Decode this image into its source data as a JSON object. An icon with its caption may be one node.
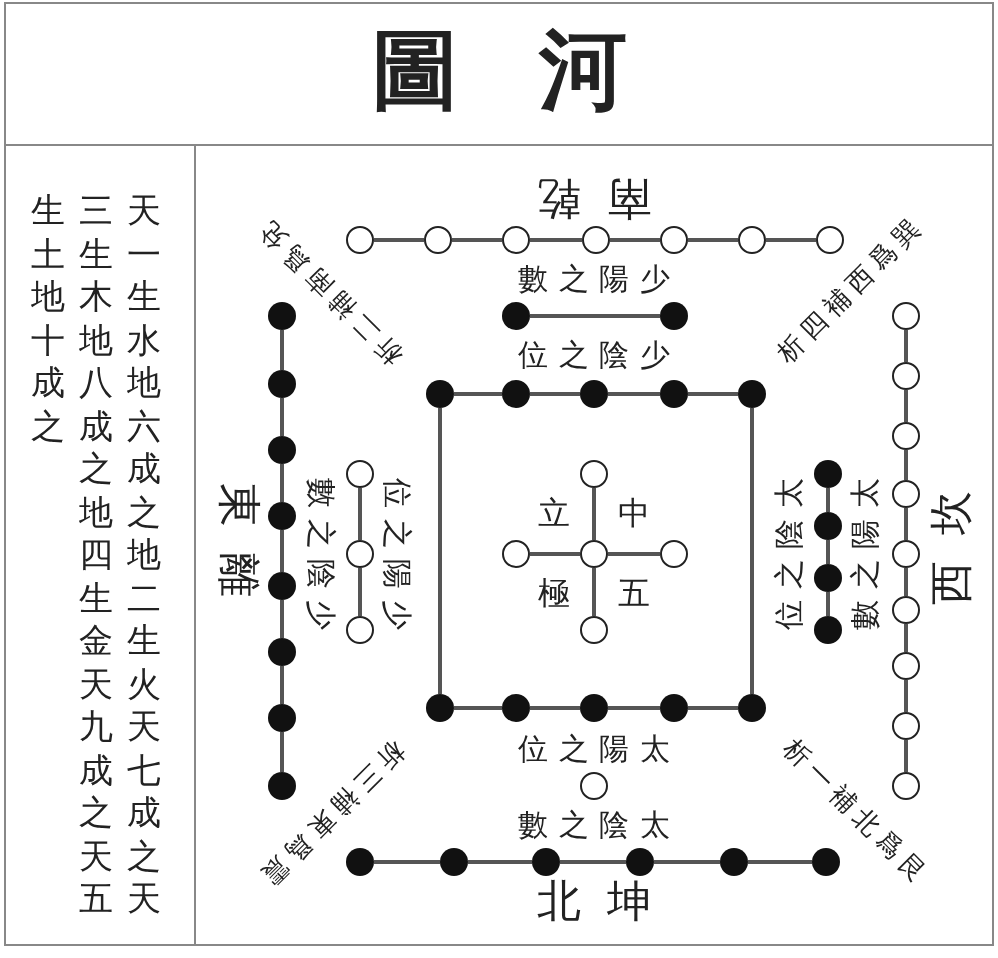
{
  "diagram": {
    "title": "圖河",
    "nodes": [
      {
        "text": [],
        "shape": "circle"
      },
      {
        "text": [],
        "shape": "circle"
      },
      {
        "text": [],
        "shape": "circle"
      },
      {
        "text": [],
        "shape": "circle"
      },
      {
        "text": [],
        "shape": "circle"
      },
      {
        "text": [],
        "shape": "circle"
      },
      {
        "text": [],
        "shape": "circle"
      },
      {
        "text": [],
        "shape": "dot"
      },
      {
        "text": [],
        "shape": "dot"
      },
      {
        "text": [],
        "shape": "dot"
      },
      {
        "text": [],
        "shape": "circle"
      },
      {
        "text": [],
        "shape": "circle"
      },
      {
        "text": [],
        "shape": "dot"
      },
      {
        "text": [],
        "shape": "dot"
      },
      {
        "text": [],
        "shape": "dot"
      },
      {
        "text": [],
        "shape": "dot"
      },
      {
        "text": [],
        "shape": "dot"
      },
      {
        "text": [],
        "shape": "dot"
      },
      {
        "text": [],
        "shape": "circle"
      },
      {
        "text": [],
        "shape": "dot"
      },
      {
        "text": [],
        "shape": "circle"
      },
      {
        "text": [],
        "shape": "circle"
      },
      {
        "text": [],
        "shape": "dot"
      },
      {
        "text": [],
        "shape": "circle"
      },
      {
        "text": [],
        "shape": "dot"
      },
      {
        "text": [],
        "shape": "dot"
      },
      {
        "text": [],
        "shape": "circle"
      },
      {
        "text": [],
        "shape": "circle"
      },
      {
        "text": [],
        "shape": "circle"
      },
      {
        "text": [],
        "shape": "circle"
      },
      {
        "text": [],
        "shape": "circle"
      },
      {
        "text": [],
        "shape": "dot"
      },
      {
        "text": [],
        "shape": "dot"
      },
      {
        "text": [],
        "shape": "circle"
      },
      {
        "text": [],
        "shape": "circle"
      },
      {
        "text": [],
        "shape": "circle"
      },
      {
        "text": [],
        "shape": "dot"
      },
      {
        "text": [],
        "shape": "dot"
      },
      {
        "text": [],
        "shape": "circle"
      },
      {
        "text": [],
        "shape": "dot"
      },
      {
        "text": [],
        "shape": "dot"
      },
      {
        "text": [],
        "shape": "dot"
      },
      {
        "text": [],
        "shape": "dot"
      },
      {
        "text": [],
        "shape": "dot"
      },
      {
        "text": [],
        "shape": "dot"
      },
      {
        "text": [],
        "shape": "circle"
      },
      {
        "text": [],
        "shape": "dot"
      },
      {
        "text": [],
        "shape": "circle"
      },
      {
        "text": [],
        "shape": "circle"
      },
      {
        "text": [],
        "shape": "dot"
      },
      {
        "text": [],
        "shape": "dot"
      },
      {
        "text": [],
        "shape": "dot"
      },
      {
        "text": [],
        "shape": "dot"
      },
      {
        "text": [],
        "shape": "dot"
      },
      {
        "text": [],
        "shape": "dot"
      }
    ],
    "edges": [
      {
        "from": 0,
        "to": 1,
        "arrow": "none"
      },
      {
        "from": 1,
        "to": 2,
        "arrow": "none"
      },
      {
        "from": 2,
        "to": 3,
        "arrow": "none"
      },
      {
        "from": 3,
        "to": 4,
        "arrow": "none"
      },
      {
        "from": 4,
        "to": 5,
        "arrow": "none"
      },
      {
        "from": 5,
        "to": 6,
        "arrow": "none"
      },
      {
        "from": 8,
        "to": 9,
        "arrow": "none"
      },
      {
        "from": 7,
        "to": 12,
        "arrow": "none"
      },
      {
        "from": 12,
        "to": 19,
        "arrow": "none"
      },
      {
        "from": 19,
        "to": 24,
        "arrow": "none"
      },
      {
        "from": 24,
        "to": 32,
        "arrow": "none"
      },
      {
        "from": 32,
        "to": 37,
        "arrow": "none"
      },
      {
        "from": 37,
        "to": 44,
        "arrow": "none"
      },
      {
        "from": 44,
        "to": 46,
        "arrow": "none"
      },
      {
        "from": 10,
        "to": 11,
        "arrow": "none"
      },
      {
        "from": 11,
        "to": 18,
        "arrow": "none"
      },
      {
        "from": 18,
        "to": 23,
        "arrow": "none"
      },
      {
        "from": 23,
        "to": 30,
        "arrow": "none"
      },
      {
        "from": 30,
        "to": 33,
        "arrow": "none"
      },
      {
        "from": 33,
        "to": 38,
        "arrow": "none"
      },
      {
        "from": 38,
        "to": 45,
        "arrow": "none"
      },
      {
        "from": 45,
        "to": 48,
        "arrow": "none"
      },
      {
        "from": 13,
        "to": 14,
        "arrow": "none"
      },
      {
        "from": 14,
        "to": 15,
        "arrow": "none"
      },
      {
        "from": 15,
        "to": 16,
        "arrow": "none"
      },
      {
        "from": 16,
        "to": 17,
        "arrow": "none"
      },
      {
        "from": 13,
        "to": 39,
        "arrow": "none"
      },
      {
        "from": 17,
        "to": 43,
        "arrow": "none"
      },
      {
        "from": 20,
        "to": 26,
        "arrow": "none"
      },
      {
        "from": 26,
        "to": 34,
        "arrow": "none"
      },
      {
        "from": 21,
        "to": 28,
        "arrow": "none"
      },
      {
        "from": 27,
        "to": 28,
        "arrow": "none"
      },
      {
        "from": 28,
        "to": 29,
        "arrow": "none"
      },
      {
        "from": 28,
        "to": 35,
        "arrow": "none"
      },
      {
        "from": 22,
        "to": 25,
        "arrow": "none"
      },
      {
        "from": 25,
        "to": 31,
        "arrow": "none"
      },
      {
        "from": 31,
        "to": 36,
        "arrow": "none"
      },
      {
        "from": 39,
        "to": 40,
        "arrow": "none"
      },
      {
        "from": 40,
        "to": 41,
        "arrow": "none"
      },
      {
        "from": 41,
        "to": 42,
        "arrow": "none"
      },
      {
        "from": 42,
        "to": 43,
        "arrow": "none"
      },
      {
        "from": 49,
        "to": 50,
        "arrow": "none"
      },
      {
        "from": 50,
        "to": 51,
        "arrow": "none"
      },
      {
        "from": 51,
        "to": 52,
        "arrow": "none"
      },
      {
        "from": 52,
        "to": 53,
        "arrow": "none"
      },
      {
        "from": 53,
        "to": 54,
        "arrow": "none"
      }
    ],
    "labels": [
      "生土地十成之",
      "三生木地八成之地四生金天九成之天五",
      "天一生水地六成之地二生火天七成之天",
      "南乾",
      "數之陽少",
      "析二補南爲兌",
      "析四補西爲巽",
      "位之陰少",
      "東離",
      "數之陰少",
      "位之陽少",
      "立",
      "中",
      "極",
      "五",
      "位之陰太",
      "數之陽太",
      "西坎",
      "位之陽太",
      "數之陰太",
      "析三補東爲震",
      "析一補北爲艮",
      "北坤"
    ]
  }
}
